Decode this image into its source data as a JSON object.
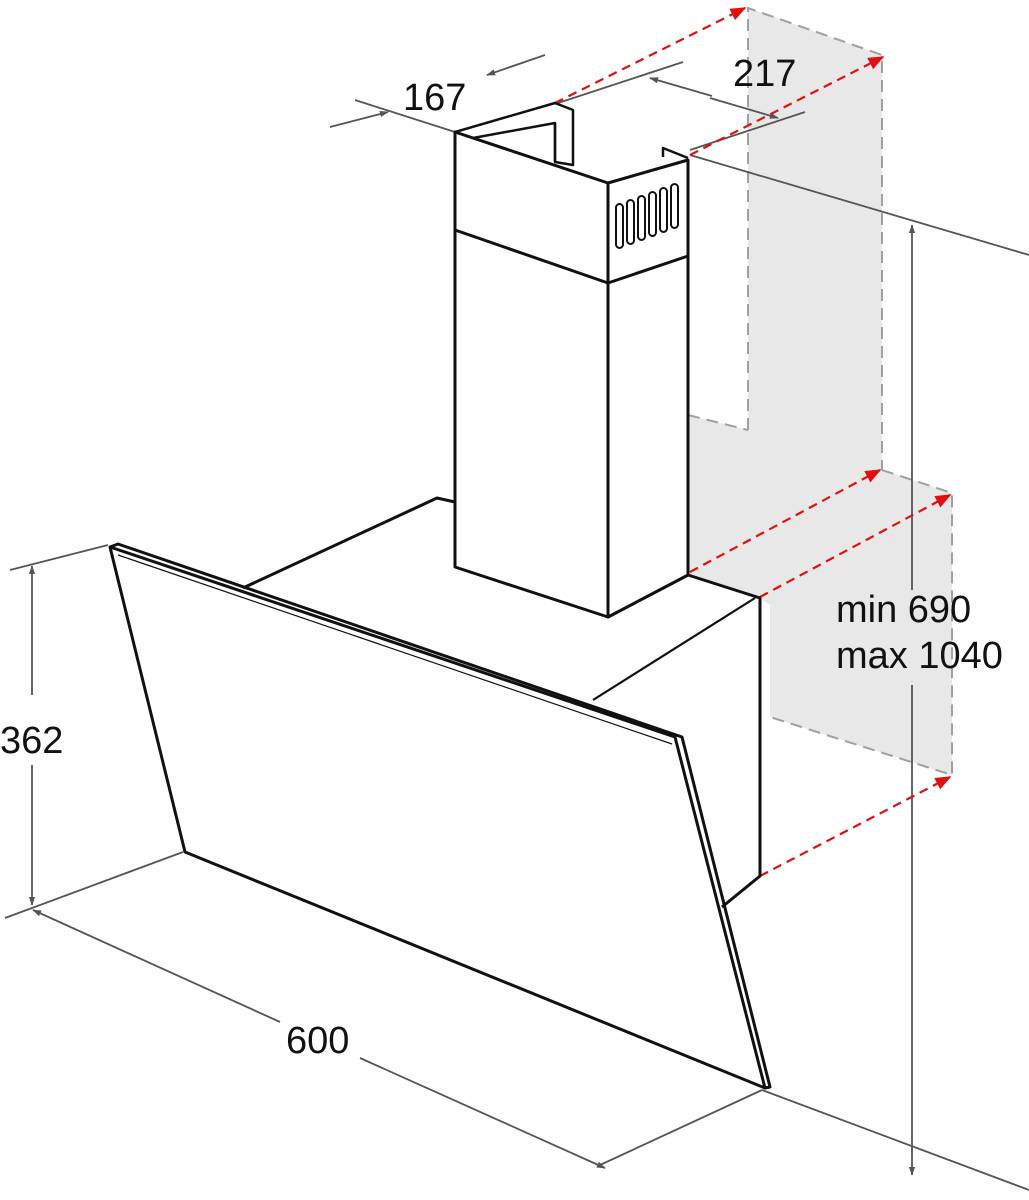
{
  "dimensions": {
    "chimney_depth": "167",
    "chimney_width": "217",
    "hood_height": "362",
    "hood_width": "600",
    "height_min": "min 690",
    "height_max": "max 1040"
  },
  "colors": {
    "outline": "#111111",
    "dimension_line": "#555555",
    "wall_fill": "#e8e8e8",
    "wall_edge": "#a0a0a0",
    "fixing_arrow": "#e01010"
  }
}
